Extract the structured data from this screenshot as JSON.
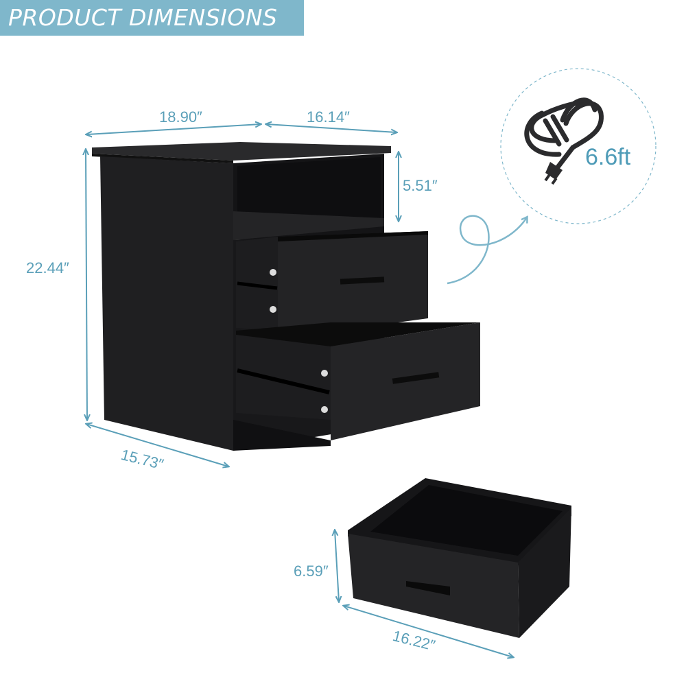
{
  "header": {
    "title": "PRODUCT DIMENSIONS",
    "background_color": "#7fb7cb",
    "text_color": "#ffffff"
  },
  "dimensions": {
    "width": "18.90″",
    "depth_top": "16.14″",
    "height": "22.44″",
    "open_shelf_height": "5.51″",
    "depth_bottom": "15.73″",
    "drawer_height": "6.59″",
    "drawer_width": "16.22″"
  },
  "callout": {
    "icon": "power-cord-icon",
    "cord_length": "6.6ft"
  },
  "colors": {
    "accent": "#5a9fb8",
    "furniture": "#1f1f21"
  }
}
